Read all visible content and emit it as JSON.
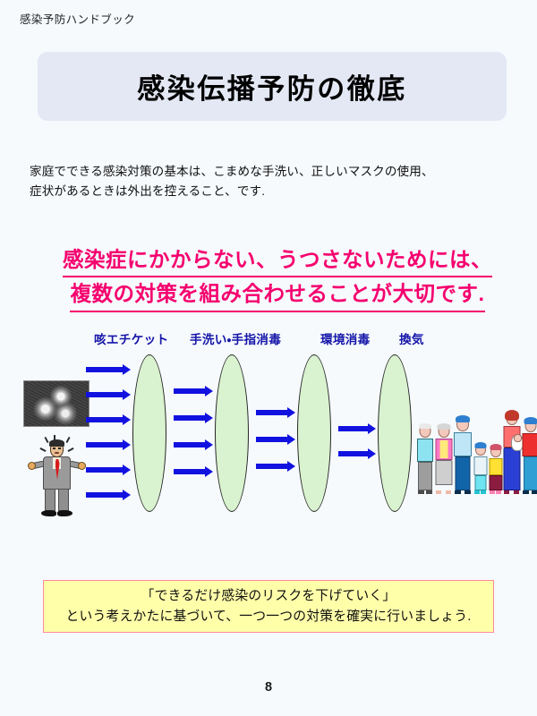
{
  "header": {
    "running_title": "感染予防ハンドブック"
  },
  "title": {
    "text": "感染伝播予防の徹底",
    "banner_color": "#e3e8f4"
  },
  "intro": {
    "line1": "家庭でできる感染対策の基本は、こまめな手洗い、正しいマスクの使用、",
    "line2": "症状があるときは外出を控えること、です."
  },
  "headline": {
    "color": "#f5006e",
    "line1": "感染症にかからない、うつさないためには、",
    "line2": "複数の対策を組み合わせることが大切です."
  },
  "diagram": {
    "label_color": "#1515a8",
    "barrier_color": "#d9f2cf",
    "arrow_color": "#1212e0",
    "barriers": [
      {
        "label": "咳エチケット",
        "arrows_before": 6
      },
      {
        "label": "手洗い・手指消毒",
        "arrows_before": 4
      },
      {
        "label": "環境消毒",
        "arrows_before": 3
      },
      {
        "label": "換気",
        "arrows_before": 2
      }
    ],
    "source_icons": [
      "virus-micrograph",
      "worried-man"
    ],
    "target_icon": "family-group",
    "family_members": [
      "elderly-man",
      "elderly-woman",
      "adult-man",
      "boy",
      "girl",
      "mother-with-baby",
      "young-man"
    ]
  },
  "callout": {
    "background": "#ffffaa",
    "border_color": "#ff8a9a",
    "line1": "「できるだけ感染のリスクを下げていく」",
    "line2": "という考えかたに基づいて、一つ一つの対策を確実に行いましょう."
  },
  "footer": {
    "page_number": "8"
  }
}
